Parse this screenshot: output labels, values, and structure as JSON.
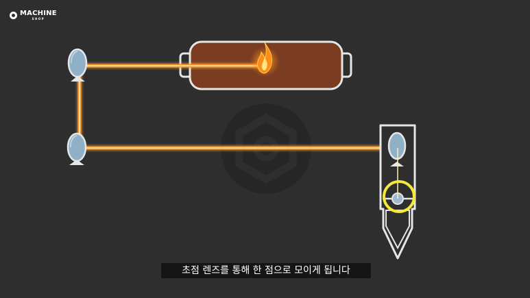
{
  "logo": {
    "name": "MACHINE",
    "sub": "SHOP"
  },
  "subtitle": "초점 렌즈를 통해 한 점으로 모이게 됩니다",
  "colors": {
    "background": "#2e2e2e",
    "laser": "#ffa020",
    "laser_core": "#fff0b0",
    "tube_fill": "#7a3d22",
    "outline": "#e6e6e6",
    "mirror": "#8fb1c8",
    "focus_highlight": "#f5e83a",
    "watermark": "#262626"
  },
  "icons": [
    "machine-shop-logo-icon",
    "flame-icon",
    "bolt-nut-watermark-icon"
  ]
}
